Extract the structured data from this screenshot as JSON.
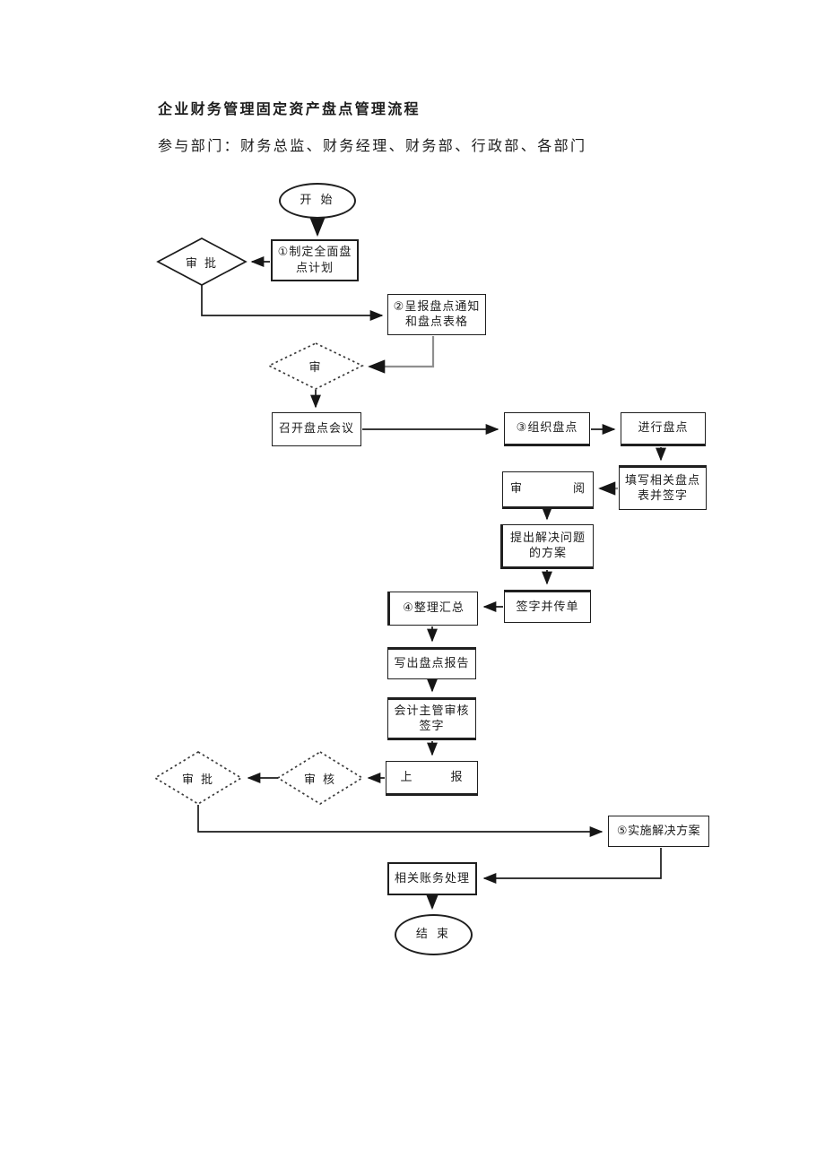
{
  "page": {
    "title": "企业财务管理固定资产盘点管理流程",
    "subtitle": "参与部门：财务总监、财务经理、财务部、行政部、各部门"
  },
  "colors": {
    "ink": "#1c1c1c",
    "background": "#ffffff"
  },
  "flowchart": {
    "nodes": {
      "start": {
        "label": "开 始",
        "type": "ellipse"
      },
      "plan": {
        "label": "①制定全面盘\n点计划",
        "type": "process"
      },
      "approve1": {
        "label": "审 批",
        "type": "decision"
      },
      "submitNotice": {
        "label": "②呈报盘点通知\n和盘点表格",
        "type": "process"
      },
      "review1": {
        "label": "审",
        "type": "decision-dashed"
      },
      "meeting": {
        "label": "召开盘点会议",
        "type": "process"
      },
      "organize": {
        "label": "③组织盘点",
        "type": "process"
      },
      "doInventory": {
        "label": "进行盘点",
        "type": "process"
      },
      "fillForms": {
        "label": "填写相关盘点\n表并签字",
        "type": "process"
      },
      "reviewRead": {
        "label": "审　　　　阅",
        "type": "process"
      },
      "propose": {
        "label": "提出解决问题\n的方案",
        "type": "process"
      },
      "signPass": {
        "label": "签字并传单",
        "type": "process"
      },
      "summarize": {
        "label": "④整理汇总",
        "type": "process"
      },
      "writeReport": {
        "label": "写出盘点报告",
        "type": "process"
      },
      "chiefReview": {
        "label": "会计主管审核\n签字",
        "type": "process"
      },
      "submitUp": {
        "label": "上　　　报",
        "type": "process"
      },
      "review2": {
        "label": "审 核",
        "type": "decision-dashed"
      },
      "approve2": {
        "label": "审 批",
        "type": "decision-dashed"
      },
      "implement": {
        "label": "⑤实施解决方案",
        "type": "process"
      },
      "accounting": {
        "label": "相关账务处理",
        "type": "process"
      },
      "end": {
        "label": "结 束",
        "type": "ellipse"
      }
    },
    "edges": [
      {
        "from": "start",
        "to": "plan"
      },
      {
        "from": "plan",
        "to": "approve1"
      },
      {
        "from": "approve1",
        "to": "submitNotice"
      },
      {
        "from": "submitNotice",
        "to": "review1"
      },
      {
        "from": "review1",
        "to": "meeting"
      },
      {
        "from": "meeting",
        "to": "organize"
      },
      {
        "from": "organize",
        "to": "doInventory"
      },
      {
        "from": "doInventory",
        "to": "fillForms"
      },
      {
        "from": "fillForms",
        "to": "reviewRead"
      },
      {
        "from": "reviewRead",
        "to": "propose"
      },
      {
        "from": "propose",
        "to": "signPass"
      },
      {
        "from": "signPass",
        "to": "summarize"
      },
      {
        "from": "summarize",
        "to": "writeReport"
      },
      {
        "from": "writeReport",
        "to": "chiefReview"
      },
      {
        "from": "chiefReview",
        "to": "submitUp"
      },
      {
        "from": "submitUp",
        "to": "review2"
      },
      {
        "from": "review2",
        "to": "approve2"
      },
      {
        "from": "approve2",
        "to": "implement"
      },
      {
        "from": "implement",
        "to": "accounting"
      },
      {
        "from": "accounting",
        "to": "end"
      }
    ]
  }
}
